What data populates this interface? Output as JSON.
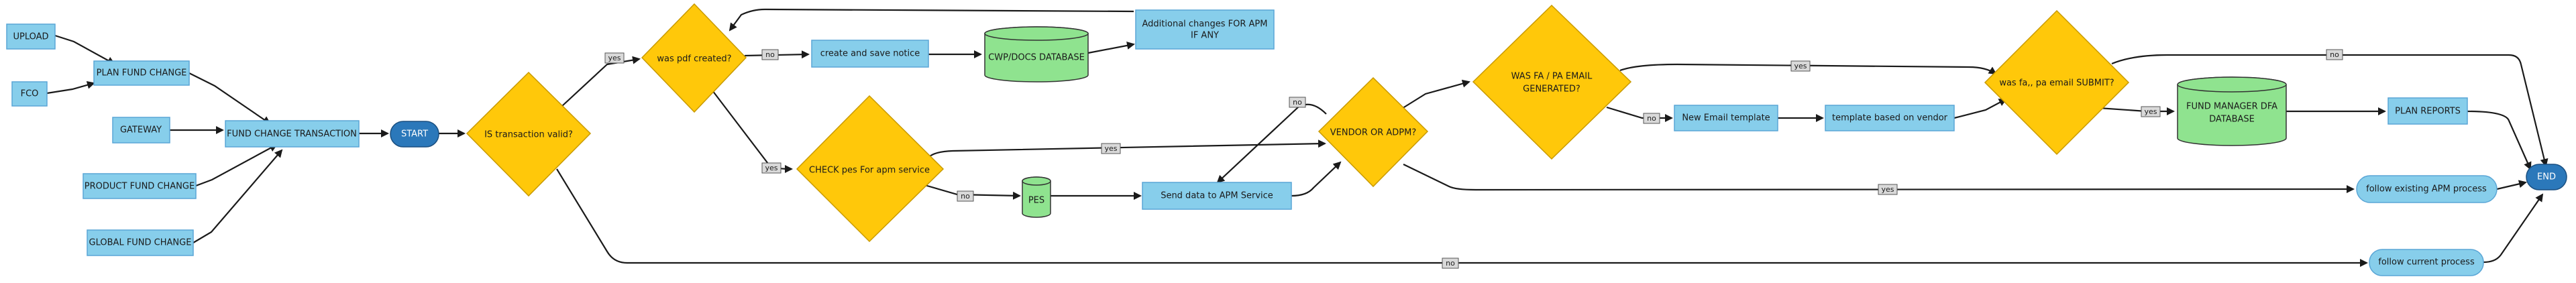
{
  "nodes": {
    "upload": "UPLOAD",
    "fco": "FCO",
    "plan_fund_change": "PLAN FUND CHANGE",
    "gateway": "GATEWAY",
    "fund_change_transaction": "FUND CHANGE TRANSACTION",
    "product_fund_change": "PRODUCT FUND CHANGE",
    "global_fund_change": "GLOBAL FUND CHANGE",
    "start": "START",
    "is_transaction_valid": "IS transaction valid?",
    "was_pdf_created": "was pdf created?",
    "create_and_save_notice": "create and save notice",
    "cwp_docs_database": "CWP/DOCS DATABASE",
    "additional_changes_line1": "Additional changes FOR APM",
    "additional_changes_line2": "IF ANY",
    "check_pes": "CHECK pes For apm service",
    "pes": "PES",
    "send_data_to_apm": "Send data to APM Service",
    "vendor_or_adpm": "VENDOR OR ADPM?",
    "was_fa_pa_email_line1": "WAS FA / PA EMAIL",
    "was_fa_pa_email_line2": "GENERATED?",
    "new_email_template": "New Email template",
    "template_based_on_vendor": "template based on vendor",
    "was_fa_pa_email_submit": "was fa,, pa email SUBMIT?",
    "fund_manager_dfa_line1": "FUND MANAGER DFA",
    "fund_manager_dfa_line2": "DATABASE",
    "plan_reports": "PLAN REPORTS",
    "follow_existing_apm": "follow existing APM process",
    "follow_current_process": "follow current process",
    "end": "END"
  },
  "edge_labels": {
    "yes": "yes",
    "no": "no"
  },
  "colors": {
    "box": "#87ceeb",
    "decision": "#ffc80a",
    "database": "#8fe38f",
    "terminal": "#2b78ba"
  }
}
